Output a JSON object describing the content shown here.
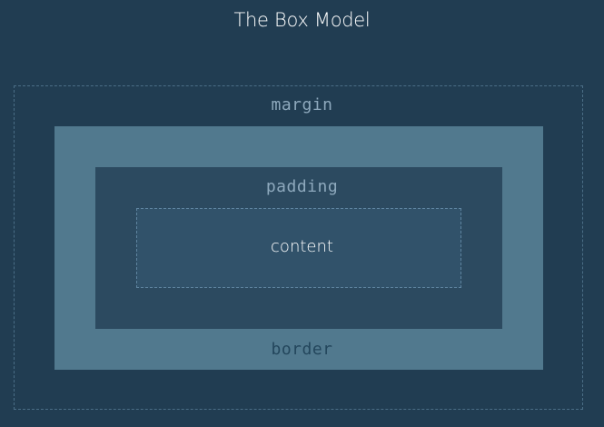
{
  "title": "The Box Model",
  "layers": {
    "margin": {
      "label": "margin"
    },
    "border": {
      "label": "border"
    },
    "padding": {
      "label": "padding"
    },
    "content": {
      "label": "content"
    }
  },
  "colors": {
    "background": "#213d52",
    "margin_fill": "#213d52",
    "margin_outline": "#4b6e86",
    "border_fill": "#51798e",
    "padding_fill": "#2c4a60",
    "content_fill": "#31526a",
    "content_outline": "#5f84a0",
    "title_text": "#ffffff",
    "content_text": "#ffffff",
    "margin_label": "#8ea9bd",
    "padding_label": "#8ea9bd",
    "border_label": "#23465c"
  }
}
